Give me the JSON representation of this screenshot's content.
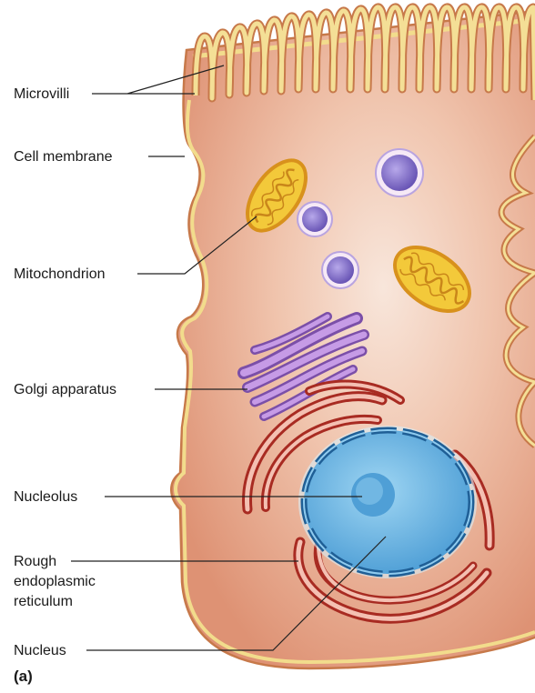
{
  "labels": {
    "microvilli": "Microvilli",
    "cell_membrane": "Cell membrane",
    "mitochondrion": "Mitochondrion",
    "golgi": "Golgi apparatus",
    "nucleolus": "Nucleolus",
    "rer_line1": "Rough",
    "rer_line2": "endoplasmic",
    "rer_line3": "reticulum",
    "nucleus": "Nucleus"
  },
  "panel_label": "(a)",
  "colors": {
    "cytoplasm": "#e7a384",
    "cytoplasm_light": "#f7e2d6",
    "membrane": "#f2dc8c",
    "membrane_edge": "#c58048",
    "mitochondrion_fill": "#f3c93a",
    "mitochondrion_edge": "#d8911c",
    "vesicle": "#7e6bc4",
    "golgi": "#a87ad2",
    "rer": "#d74a3a",
    "nucleus": "#6cb8e6",
    "nuclear_envelope": "#1f5f96",
    "nucleolus": "#5aa6da",
    "leader_line": "#222222"
  }
}
